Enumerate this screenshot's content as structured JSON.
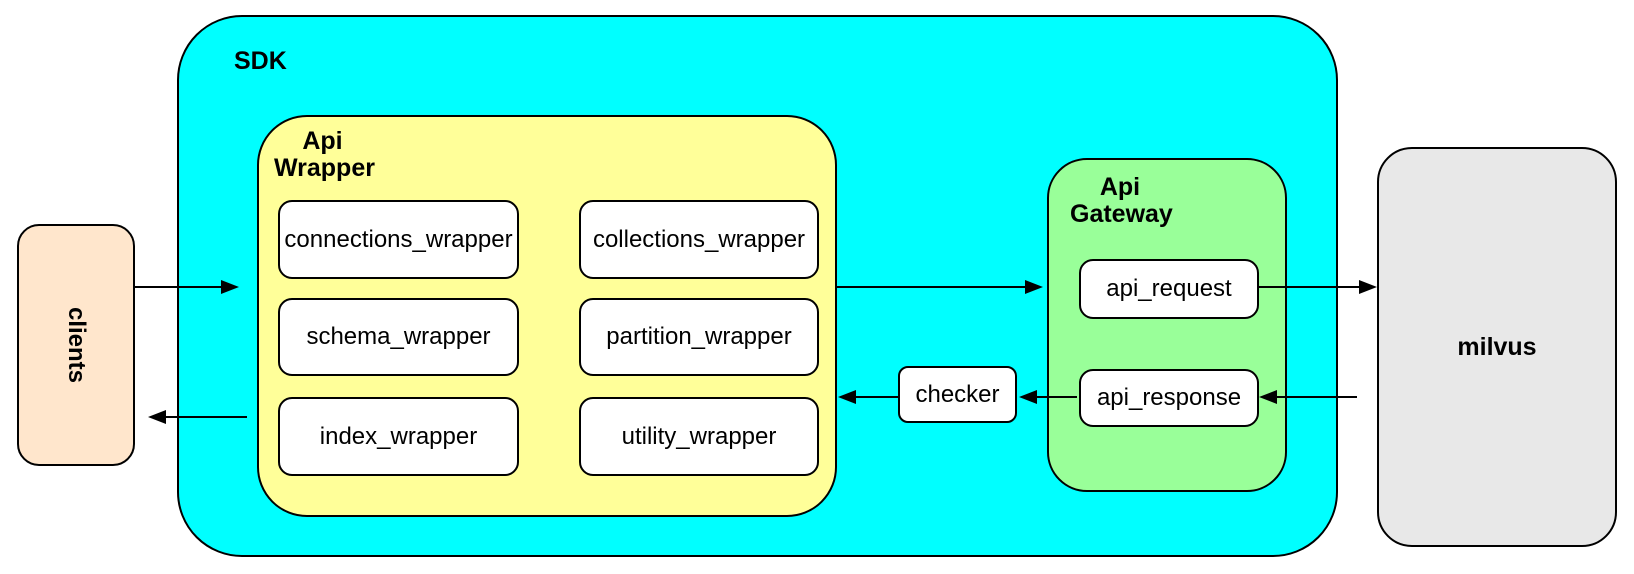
{
  "diagram_title": "SDK architecture diagram",
  "colors": {
    "sdk_fill": "#00FFFF",
    "api_wrapper_fill": "#FFFF99",
    "api_gateway_fill": "#99FF99",
    "clients_fill": "#FFE6CC",
    "milvus_fill": "#E8E8E8",
    "node_fill": "#FFFFFF",
    "stroke": "#000000"
  },
  "clients": {
    "label": "clients"
  },
  "sdk": {
    "label": "SDK"
  },
  "api_wrapper": {
    "label_line1": "Api",
    "label_line2": "Wrapper",
    "boxes": [
      {
        "label": "connections_wrapper"
      },
      {
        "label": "collections_wrapper"
      },
      {
        "label": "schema_wrapper"
      },
      {
        "label": "partition_wrapper"
      },
      {
        "label": "index_wrapper"
      },
      {
        "label": "utility_wrapper"
      }
    ]
  },
  "checker": {
    "label": "checker"
  },
  "api_gateway": {
    "label_line1": "Api",
    "label_line2": "Gateway",
    "request": {
      "label": "api_request"
    },
    "response": {
      "label": "api_response"
    }
  },
  "milvus": {
    "label": "milvus"
  },
  "flows": [
    "clients to SDK",
    "SDK to clients",
    "Api Wrapper to Api Gateway",
    "api_request to milvus",
    "milvus to api_response",
    "api_response to checker",
    "checker to Api Wrapper"
  ]
}
